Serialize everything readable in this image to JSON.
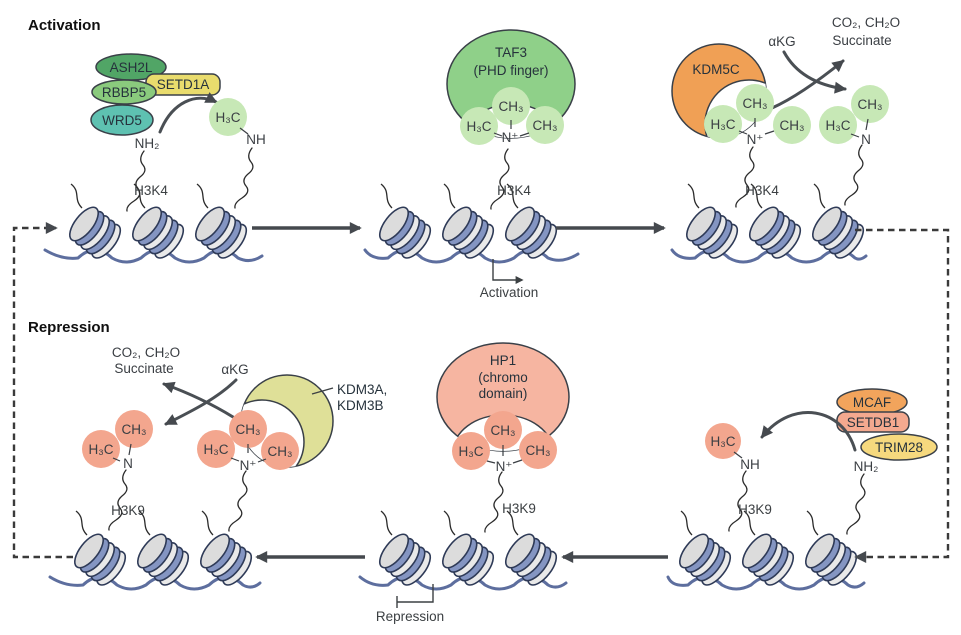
{
  "activation": {
    "title": "Activation",
    "gene_label": "Activation",
    "mark": "H3K4",
    "ash2l": "ASH2L",
    "rbbp5": "RBBP5",
    "wrd5": "WRD5",
    "setd1a": "SETD1A",
    "taf3": "TAF3",
    "taf3_domain": "(PHD finger)",
    "kdm5c": "KDM5C"
  },
  "repression": {
    "title": "Repression",
    "gene_label": "Repression",
    "mark": "H3K9",
    "mcaf": "MCAF",
    "setdb1": "SETDB1",
    "trim28": "TRIM28",
    "hp1": "HP1",
    "hp1_domain_1": "(chromo",
    "hp1_domain_2": "domain)",
    "kdm3_1": "KDM3A,",
    "kdm3_2": "KDM3B"
  },
  "chem": {
    "ch3": "CH₃",
    "h3c": "H₃C",
    "n": "N",
    "n_plus": "N⁺",
    "nh": "NH",
    "nh2": "NH₂",
    "akg": "αKG",
    "byproducts": "CO₂, CH₂O",
    "succinate": "Succinate"
  },
  "colors": {
    "ash2l": "#51a566",
    "rbbp5": "#8aca7d",
    "wrd5": "#5ec1b1",
    "setd1a": "#e9dc6d",
    "taf3": "#8fd089",
    "kdm5c": "#f0a055",
    "kdm3": "#dfe098",
    "hp1": "#f6b5a1",
    "mcaf": "#f2a45c",
    "setdb1": "#f4a98f",
    "trim28": "#f6d97e",
    "methyl_green": "#c7e8b6",
    "methyl_salmon": "#f3a68e",
    "dna": "#5d6e9e",
    "nucleosome_stripe": "#8495c2",
    "arrow": "#45494e"
  }
}
